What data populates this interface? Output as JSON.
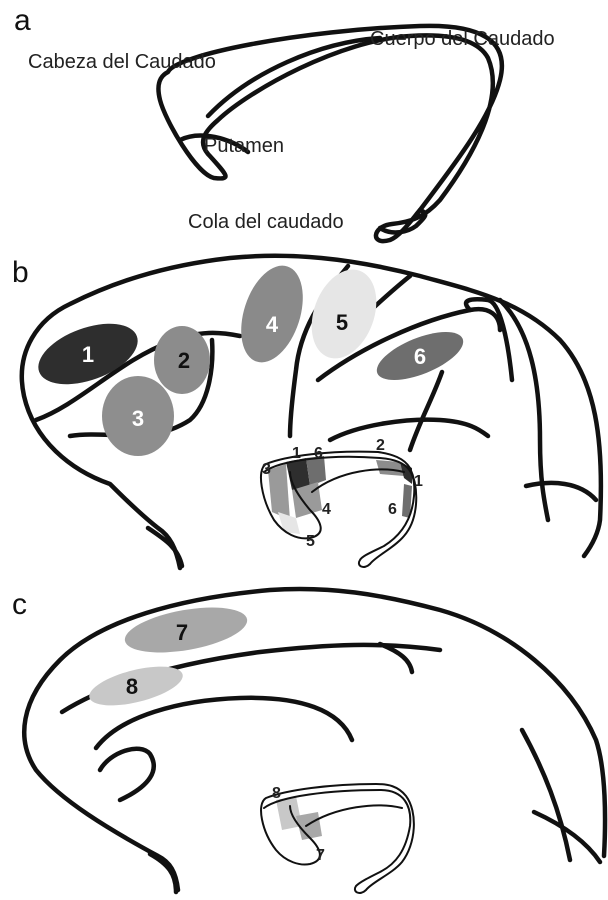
{
  "panels": {
    "a": {
      "letter": "a",
      "labels": {
        "cabeza": "Cabeza del Caudado",
        "cuerpo": "Cuerpo del Caudado",
        "putamen": "Putamen",
        "cola": "Cola del caudado"
      }
    },
    "b": {
      "letter": "b",
      "regions": [
        {
          "num": "1",
          "fill": "#2e2e2e",
          "text_color": "#ffffff"
        },
        {
          "num": "2",
          "fill": "#8c8c8c",
          "text_color": "#111111"
        },
        {
          "num": "3",
          "fill": "#8e8e8e",
          "text_color": "#ffffff"
        },
        {
          "num": "4",
          "fill": "#8a8a8a",
          "text_color": "#ffffff"
        },
        {
          "num": "5",
          "fill": "#e6e6e6",
          "text_color": "#111111"
        },
        {
          "num": "6",
          "fill": "#6e6e6e",
          "text_color": "#ffffff"
        }
      ],
      "striatum_labels": [
        "3",
        "1",
        "6",
        "2",
        "1",
        "4",
        "6",
        "5"
      ]
    },
    "c": {
      "letter": "c",
      "regions": [
        {
          "num": "7",
          "fill": "#a8a8a8",
          "text_color": "#111111"
        },
        {
          "num": "8",
          "fill": "#c8c8c8",
          "text_color": "#111111"
        }
      ],
      "striatum_labels": [
        "8",
        "7"
      ]
    }
  },
  "colors": {
    "outline": "#111111",
    "background": "#ffffff"
  }
}
